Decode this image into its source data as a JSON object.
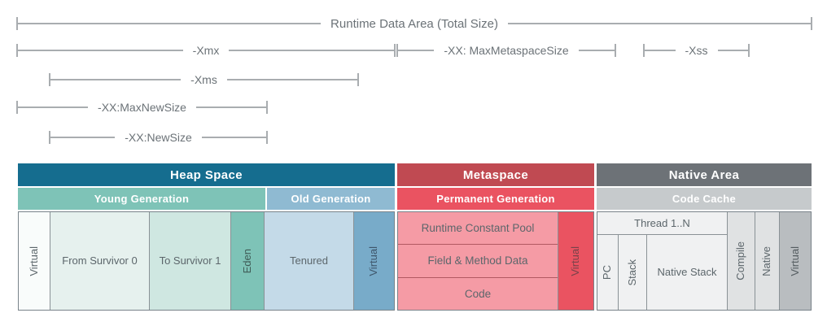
{
  "measure": {
    "total": "Runtime Data Area (Total Size)",
    "xmx": "-Xmx",
    "max_metaspace": "-XX: MaxMetaspaceSize",
    "xss": "-Xss",
    "xms": "-Xms",
    "max_new_size": "-XX:MaxNewSize",
    "new_size": "-XX:NewSize"
  },
  "heap": {
    "title": "Heap Space",
    "young": {
      "title": "Young Generation",
      "virtual": "Virtual",
      "from_survivor": "From Survivor 0",
      "to_survivor": "To Survivor 1",
      "eden": "Eden"
    },
    "old": {
      "title": "Old Generation",
      "tenured": "Tenured",
      "virtual": "Virtual"
    }
  },
  "metaspace": {
    "title": "Metaspace",
    "perm": {
      "title": "Permanent Generation",
      "rows": [
        "Runtime Constant Pool",
        "Field & Method Data",
        "Code"
      ],
      "virtual": "Virtual"
    }
  },
  "native": {
    "title": "Native Area",
    "code_cache": {
      "title": "Code Cache",
      "thread": "Thread 1..N",
      "pc": "PC",
      "stack": "Stack",
      "native_stack": "Native Stack",
      "compile": "Compile",
      "native": "Native",
      "virtual": "Virtual"
    }
  },
  "colors": {
    "heap_header": "#156d8f",
    "young_generation": "#7ec3b7",
    "old_generation": "#8fbad2",
    "metaspace_header": "#c04a52",
    "permanent_generation": "#ea5361",
    "perm_rows_bg": "#f59ba5",
    "native_header": "#6d7277",
    "code_cache": "#c6cacc",
    "thread_bg": "#f0f1f2",
    "compile_native_bg": "#e0e2e3",
    "native_virtual_bg": "#b9bdc0",
    "heap_virtual_bg": "#f9fcfb",
    "from_survivor_bg": "#e6f1ee",
    "to_survivor_bg": "#cfe7e1",
    "tenured_bg": "#c4dae8",
    "old_virtual_bg": "#78abc9",
    "body_text": "#5c666b",
    "dimension_line": "#a9adb0"
  }
}
